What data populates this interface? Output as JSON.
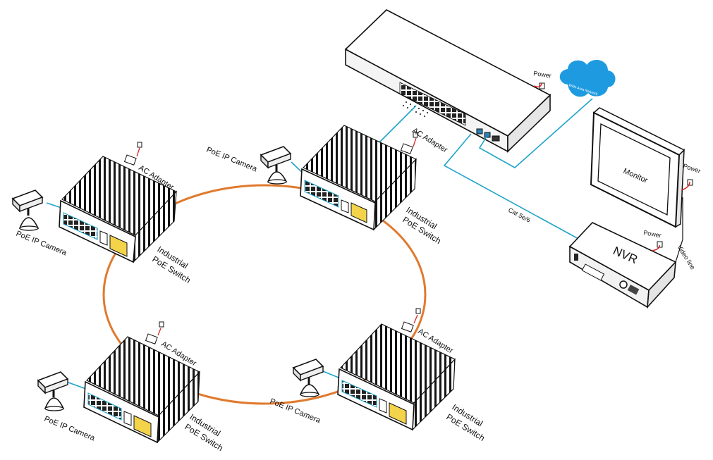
{
  "labels": {
    "poe_camera": "PoE IP Camera",
    "industrial_poe_switch_line1": "Industrial",
    "industrial_poe_switch_line2": "PoE Switch",
    "ac_adapter": "AC Adapter",
    "power": "Power",
    "monitor": "Monitor",
    "nvr": "NVR",
    "cat_cable": "Cat 5e/6",
    "video_line": "Video line",
    "wan_cloud": "Wide Area Network"
  },
  "colors": {
    "ring": "#E07A2E",
    "ethernet": "#1FA3C9",
    "power_cable": "#D62828",
    "cloud": "#1E9BE0",
    "outline": "#111111"
  }
}
